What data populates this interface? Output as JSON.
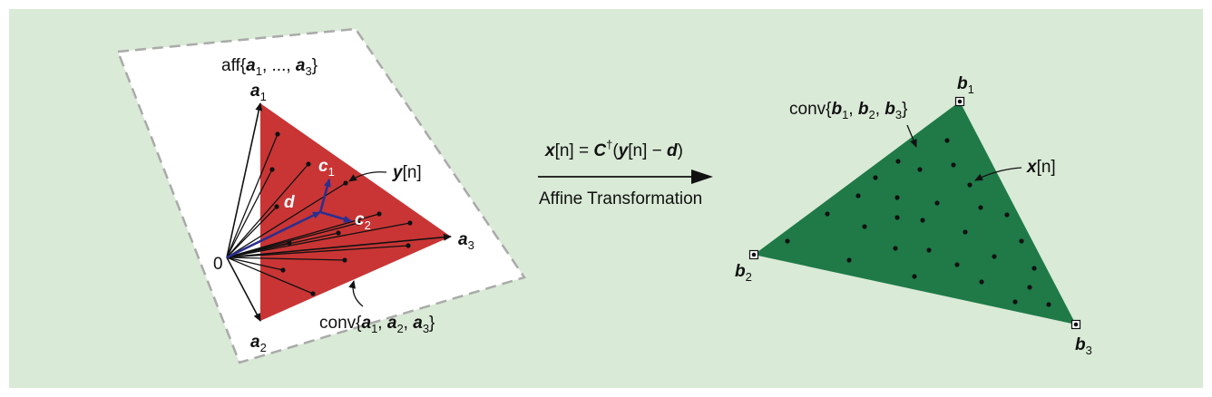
{
  "colors": {
    "background": "#d9ead6",
    "plane_fill": "#ffffff",
    "plane_border": "#aaaaaa",
    "source_simplex": "#c93535",
    "target_simplex": "#1f7a48",
    "basis_vectors": "#2b2f8f",
    "ink": "#111111"
  },
  "left_panel": {
    "plane_label": {
      "prefix": "aff{",
      "a": "a",
      "s1": "1",
      "mid": ", ..., ",
      "a2": "a",
      "s2": "3",
      "suffix": "}"
    },
    "origin_label": "0",
    "vertices": [
      {
        "base": "a",
        "sub": "1"
      },
      {
        "base": "a",
        "sub": "2"
      },
      {
        "base": "a",
        "sub": "3"
      }
    ],
    "d_label": "d",
    "c1": {
      "base": "c",
      "sub": "1"
    },
    "c2": {
      "base": "c",
      "sub": "2"
    },
    "y_label": {
      "base": "y",
      "arg": "[n]"
    },
    "conv_label": {
      "prefix": "conv{",
      "t1": "a",
      "s1": "1",
      "sep1": ", ",
      "t2": "a",
      "s2": "2",
      "sep2": ", ",
      "t3": "a",
      "s3": "3",
      "suffix": "}"
    }
  },
  "transform": {
    "eq_x": "x",
    "eq_n1": "[n] = ",
    "eq_C": "C",
    "eq_dagger": "†",
    "eq_open": "(",
    "eq_y": "y",
    "eq_n2": "[n] − ",
    "eq_d": "d",
    "eq_close": ")",
    "caption": "Affine Transformation"
  },
  "right_panel": {
    "vertices": [
      {
        "base": "b",
        "sub": "1"
      },
      {
        "base": "b",
        "sub": "2"
      },
      {
        "base": "b",
        "sub": "3"
      }
    ],
    "conv_label": {
      "prefix": "conv{",
      "t1": "b",
      "s1": "1",
      "sep1": ", ",
      "t2": "b",
      "s2": "2",
      "sep2": ", ",
      "t3": "b",
      "s3": "3",
      "suffix": "}"
    },
    "x_label": {
      "base": "x",
      "arg": "[n]"
    }
  }
}
